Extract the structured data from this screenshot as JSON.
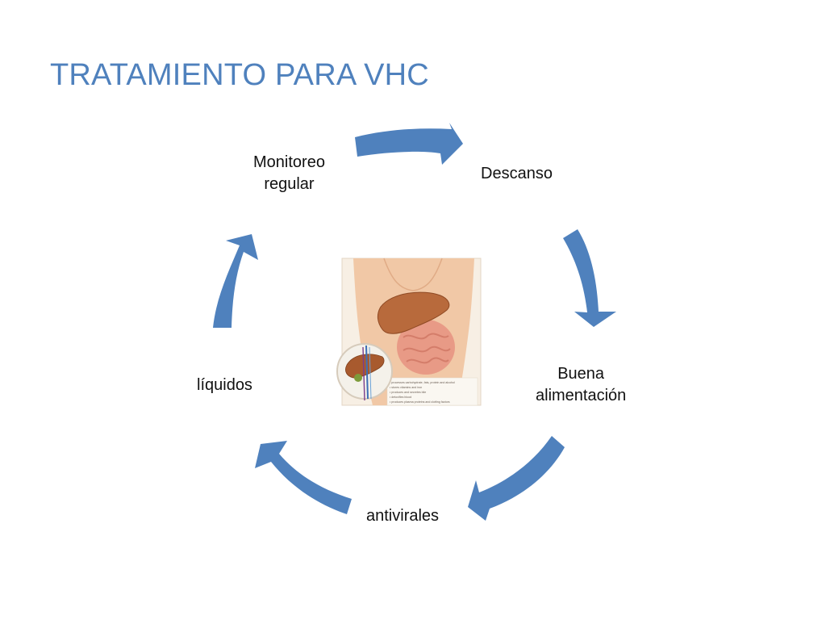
{
  "slide": {
    "title": "TRATAMIENTO PARA VHC"
  },
  "cycle": {
    "nodes": [
      {
        "id": "descanso",
        "lines": [
          "Descanso"
        ]
      },
      {
        "id": "buena-alimentacion",
        "lines": [
          "Buena",
          "alimentación"
        ]
      },
      {
        "id": "antivirales",
        "lines": [
          "antivirales"
        ]
      },
      {
        "id": "liquidos",
        "lines": [
          "líquidos"
        ]
      },
      {
        "id": "monitoreo-regular",
        "lines": [
          "Monitoreo",
          "regular"
        ]
      }
    ],
    "arrow_color": "#4f81bd"
  },
  "illustration": {
    "subject": "liver-anatomy-illustration",
    "caption_lines": [
      "• processes carbohydrate, fats, protein and alcohol",
      "• stores vitamins and iron",
      "• produces and secretes bile",
      "• detoxifies blood",
      "• produces plasma proteins and clotting factors"
    ]
  }
}
